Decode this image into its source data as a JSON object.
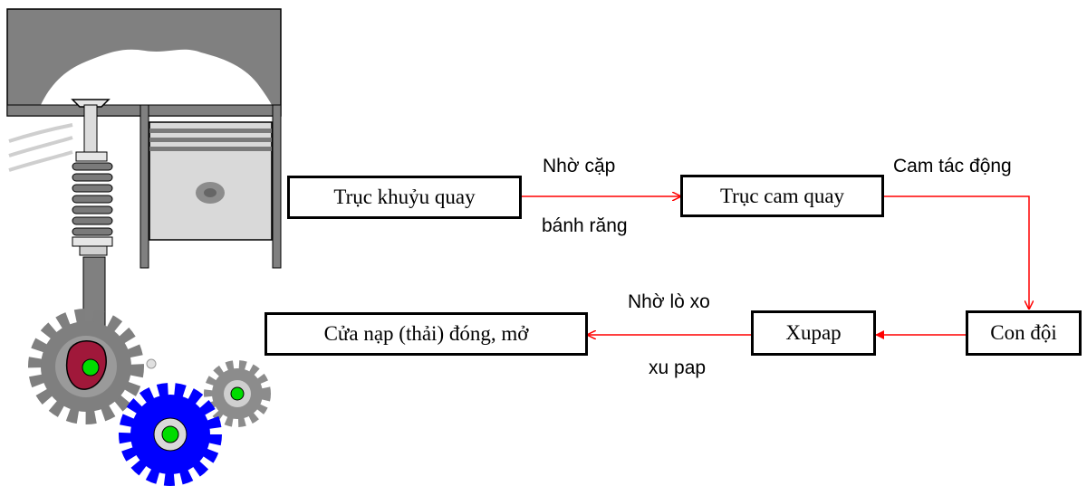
{
  "boxes": {
    "crankshaft": "Trục khuỷu quay",
    "camshaft": "Trục cam quay",
    "tappet": "Con đội",
    "valve": "Xupap",
    "port": "Cửa nạp (thải) đóng, mở"
  },
  "labels": {
    "gear_pair_top": "Nhờ cặp",
    "gear_pair_bottom": "bánh răng",
    "cam_action": "Cam tác động",
    "spring_top": "Nhờ lò xo",
    "spring_bottom": "xu pap"
  },
  "colors": {
    "arrow": "#ff0000",
    "gear_large": "#7f7f7f",
    "gear_blue": "#0000ff",
    "cam_lobe": "#a0183a",
    "shaft_dot": "#00dd00"
  }
}
